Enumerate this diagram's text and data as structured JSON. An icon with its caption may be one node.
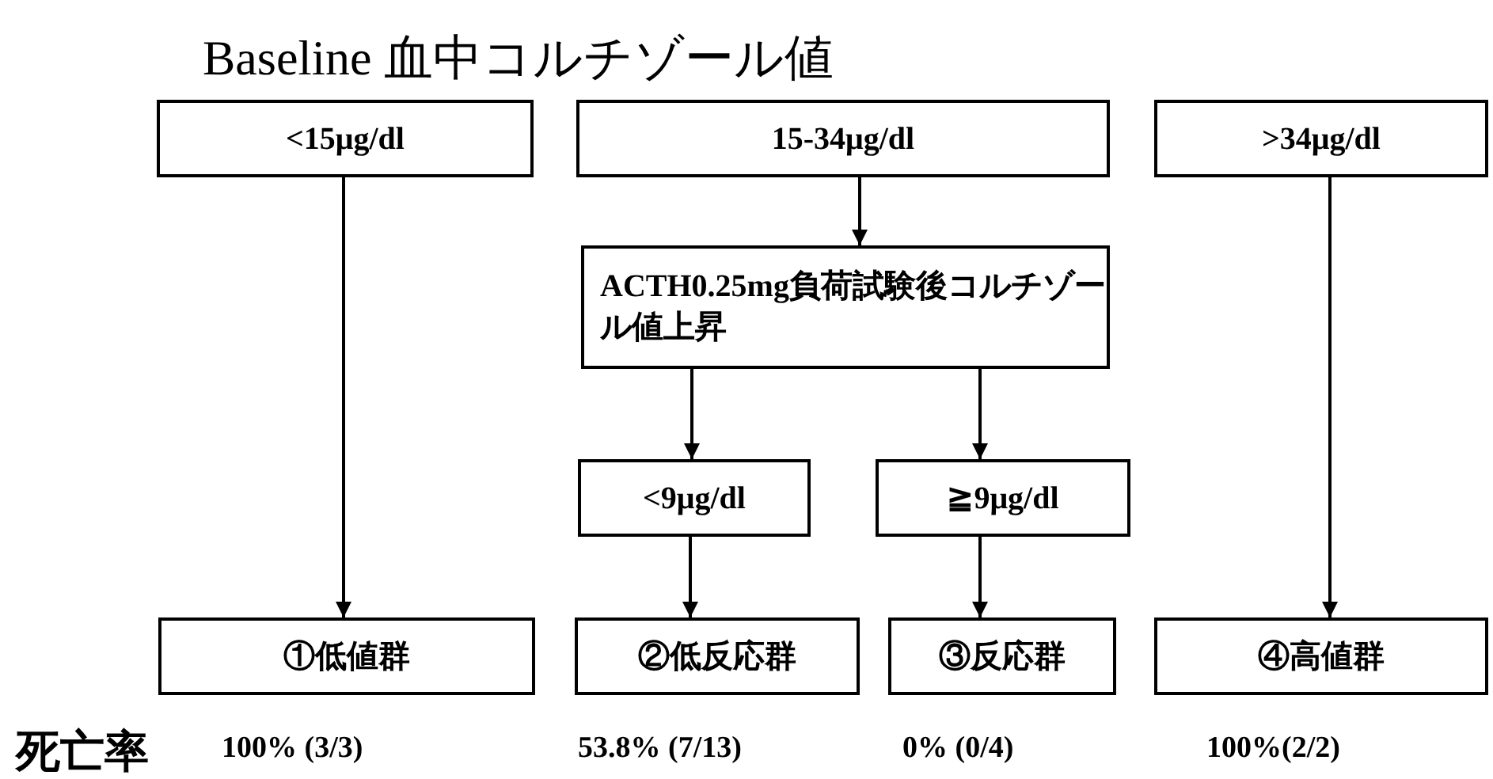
{
  "diagram": {
    "title": "Baseline 血中コルチゾール値",
    "nodes": [
      {
        "text": [
          "<15μg/dl"
        ]
      },
      {
        "text": [
          "15-34μg/dl"
        ]
      },
      {
        "text": [
          ">34μg/dl"
        ]
      },
      {
        "text": [
          "ACTH0.25mg負荷試験後コルチゾール値上昇"
        ]
      },
      {
        "text": [
          "<9μg/dl"
        ]
      },
      {
        "text": [
          "≧9μg/dl"
        ]
      },
      {
        "text": [
          "①低値群"
        ]
      },
      {
        "text": [
          "②低反応群"
        ]
      },
      {
        "text": [
          "③反応群"
        ]
      },
      {
        "text": [
          "④高値群"
        ]
      }
    ],
    "edges": [
      {
        "from": 0,
        "to": 6,
        "arrow": "to"
      },
      {
        "from": 1,
        "to": 3,
        "arrow": "to"
      },
      {
        "from": 2,
        "to": 9,
        "arrow": "to"
      },
      {
        "from": 3,
        "to": 4,
        "arrow": "to"
      },
      {
        "from": 3,
        "to": 5,
        "arrow": "to"
      },
      {
        "from": 4,
        "to": 7,
        "arrow": "to"
      },
      {
        "from": 5,
        "to": 8,
        "arrow": "to"
      }
    ],
    "labels": [
      "死亡率",
      "100% (3/3)",
      "53.8% (7/13)",
      "0% (0/4)",
      "100%(2/2)"
    ]
  }
}
